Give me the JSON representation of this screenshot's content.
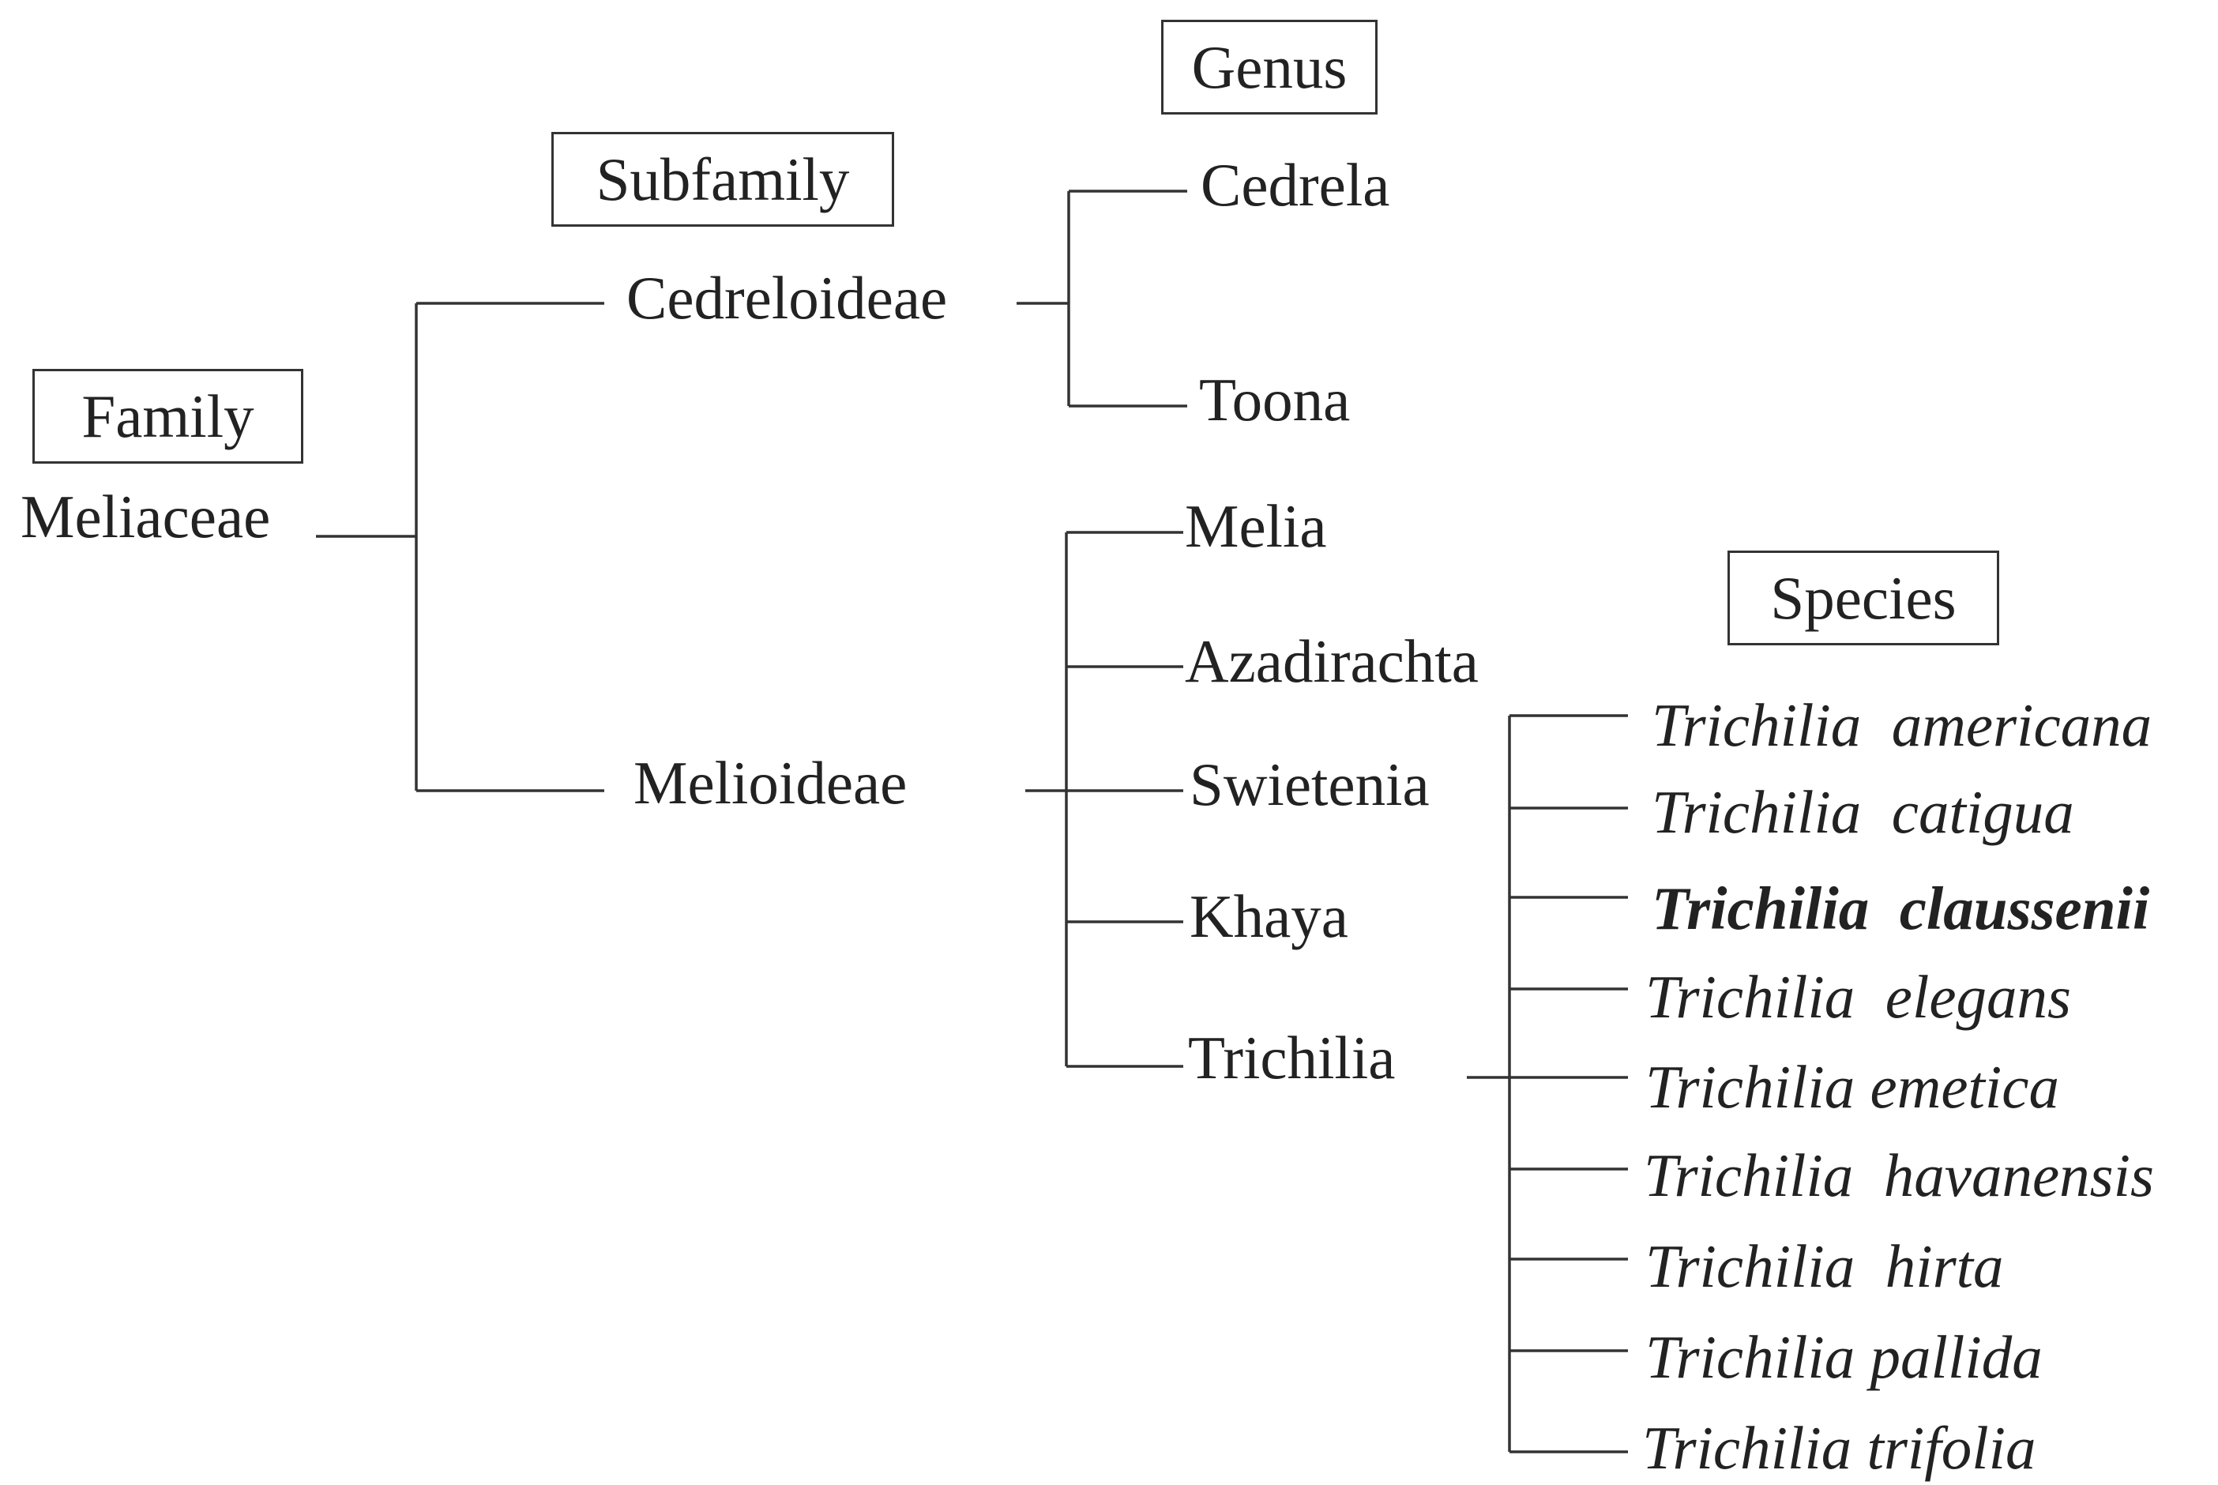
{
  "headers": {
    "family": "Family",
    "subfamily": "Subfamily",
    "genus": "Genus",
    "species": "Species"
  },
  "family": "Meliaceae",
  "subfamilies": [
    "Cedreloideae",
    "Melioideae"
  ],
  "genera": {
    "cedreloideae": [
      "Cedrela",
      "Toona"
    ],
    "melioideae": [
      "Melia",
      "Azadirachta",
      "Swietenia",
      "Khaya",
      "Trichilia"
    ]
  },
  "species": [
    {
      "genus": "Trichilia",
      "epithet": "americana",
      "highlighted": false
    },
    {
      "genus": "Trichilia",
      "epithet": "catigua",
      "highlighted": false
    },
    {
      "genus": "Trichilia",
      "epithet": "claussenii",
      "highlighted": true
    },
    {
      "genus": "Trichilia",
      "epithet": "elegans",
      "highlighted": false
    },
    {
      "genus": "Trichilia",
      "epithet": "emetica",
      "highlighted": false
    },
    {
      "genus": "Trichilia",
      "epithet": "havanensis",
      "highlighted": false
    },
    {
      "genus": "Trichilia",
      "epithet": "hirta",
      "highlighted": false
    },
    {
      "genus": "Trichilia",
      "epithet": "pallida",
      "highlighted": false
    },
    {
      "genus": "Trichilia",
      "epithet": "trifolia",
      "highlighted": false
    }
  ],
  "colors": {
    "line": "#333333",
    "text": "#222222",
    "background": "#ffffff"
  }
}
